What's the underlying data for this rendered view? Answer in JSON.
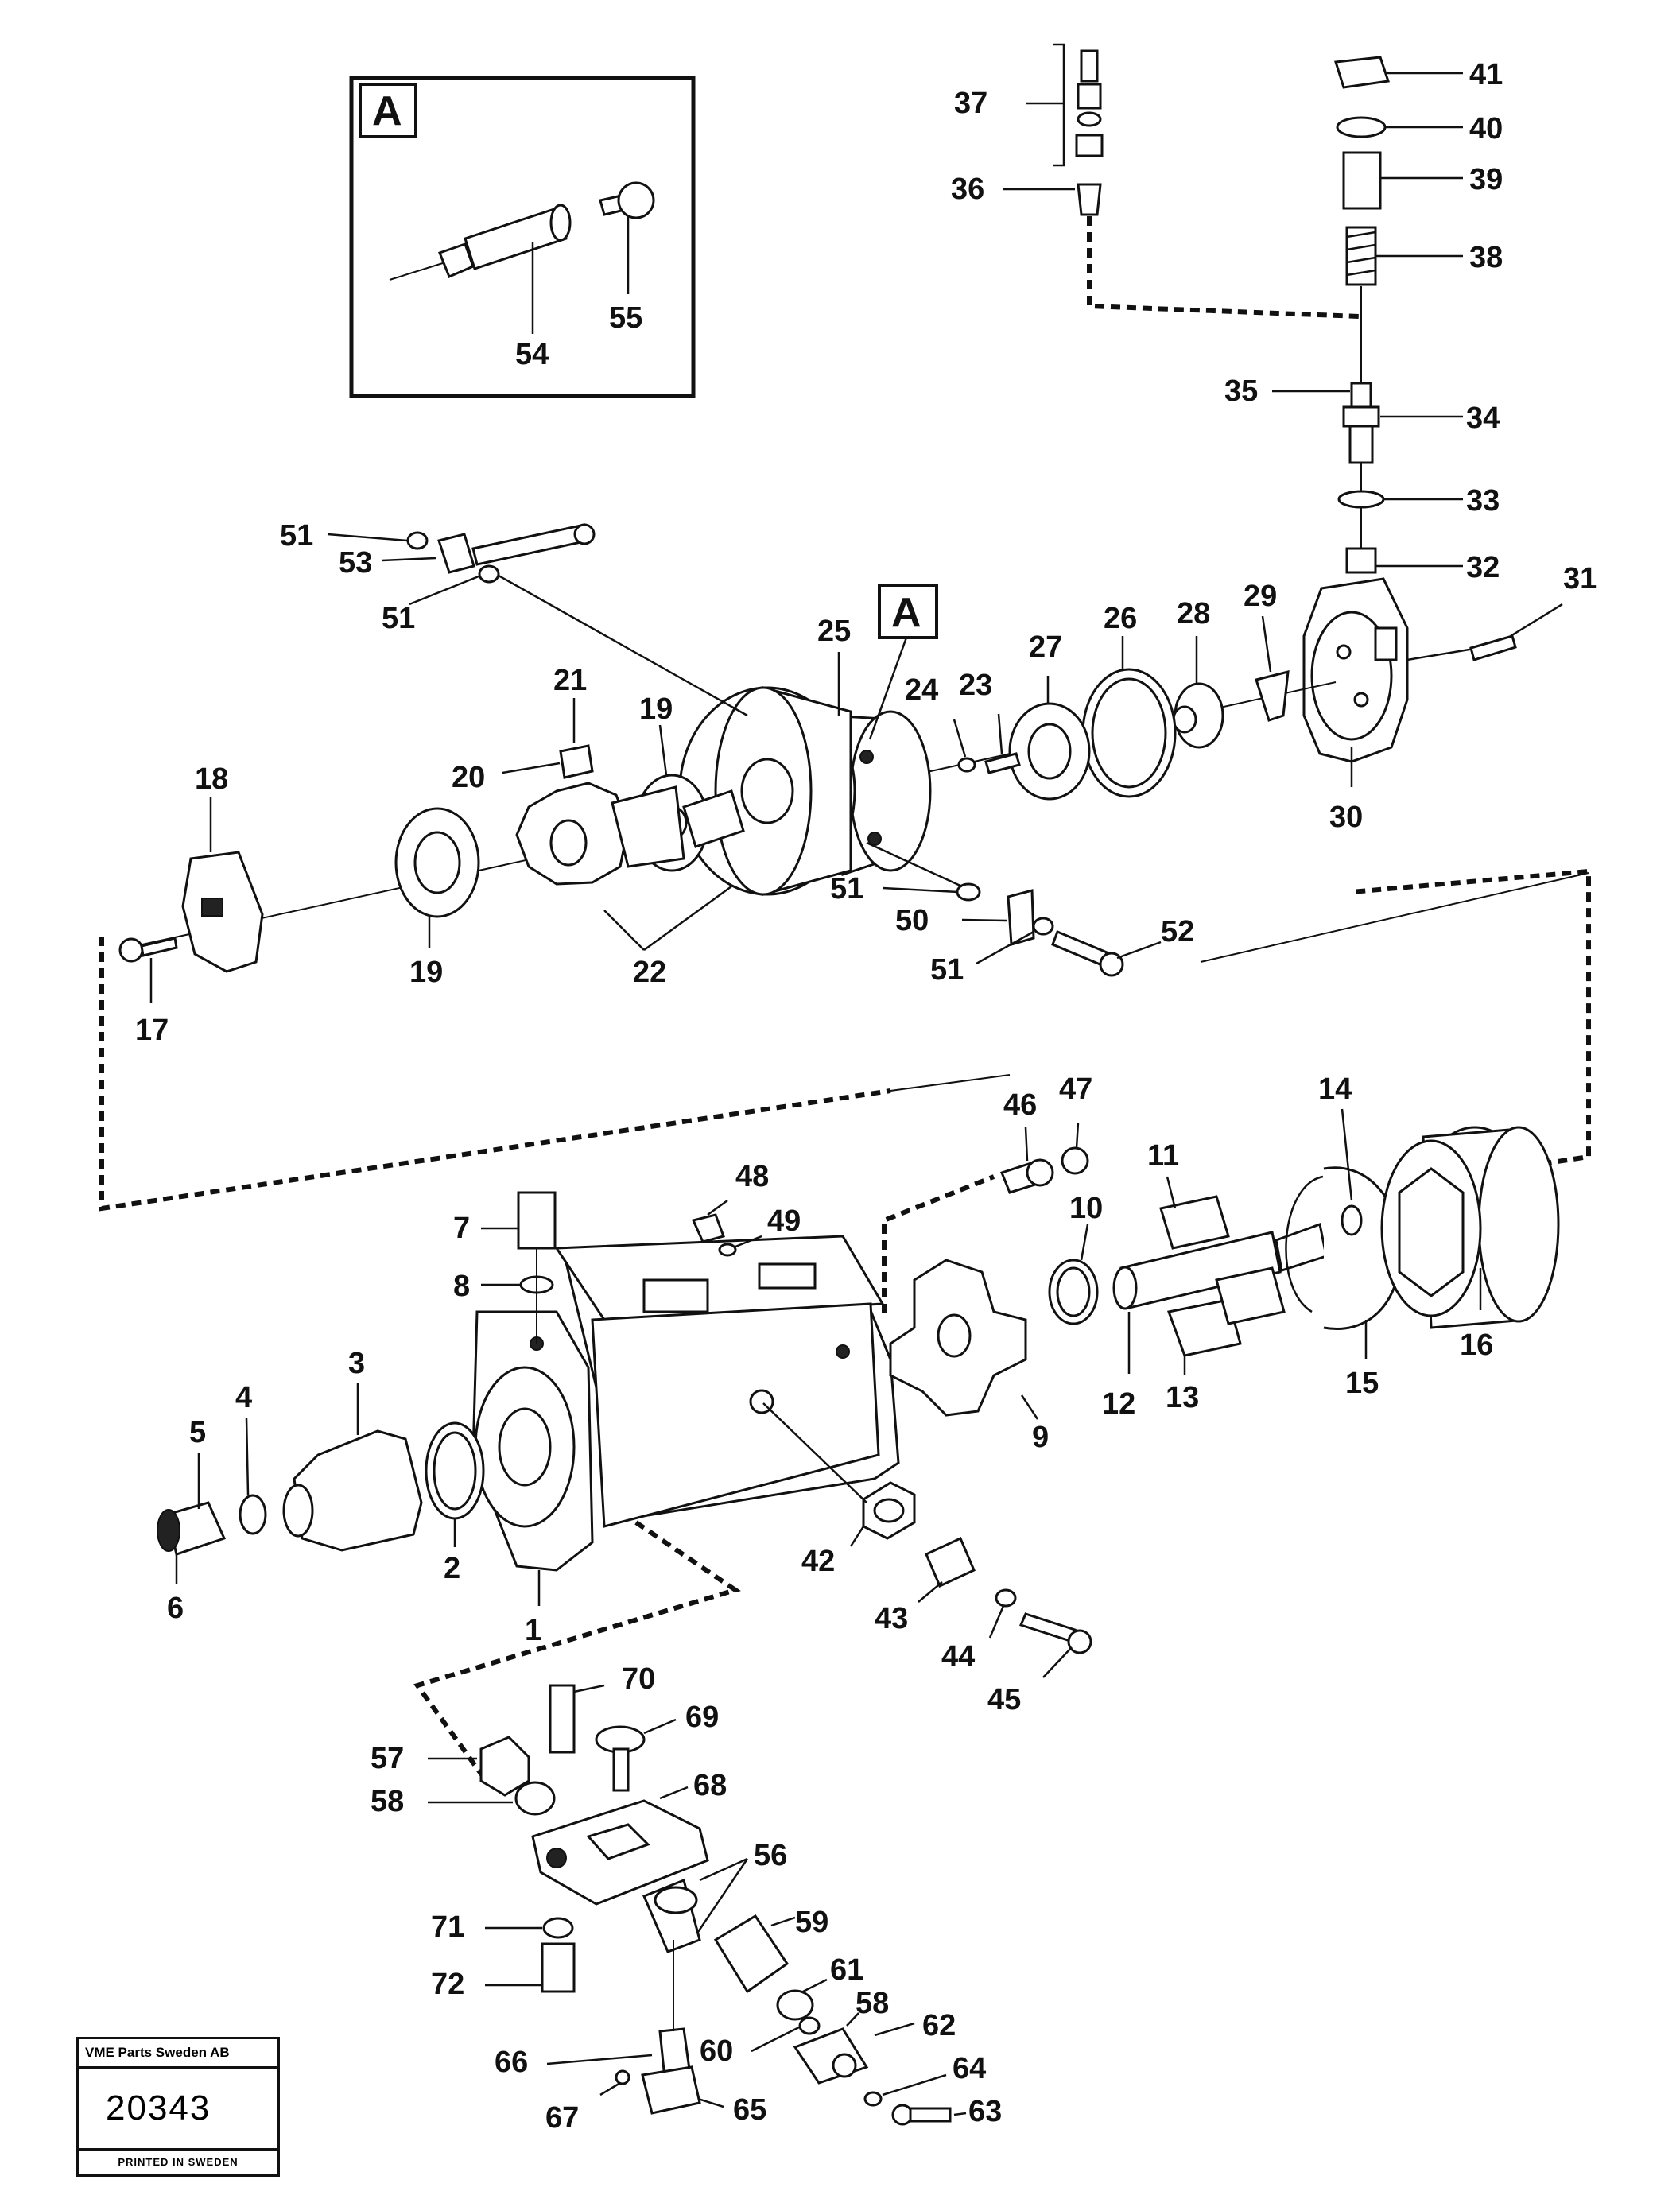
{
  "callouts": {
    "c1": "1",
    "c2": "2",
    "c3": "3",
    "c4": "4",
    "c5": "5",
    "c6": "6",
    "c7": "7",
    "c8": "8",
    "c9": "9",
    "c10": "10",
    "c11": "11",
    "c12": "12",
    "c13": "13",
    "c14": "14",
    "c15": "15",
    "c16": "16",
    "c17": "17",
    "c18": "18",
    "c19a": "19",
    "c19b": "19",
    "c20": "20",
    "c21": "21",
    "c22": "22",
    "c23": "23",
    "c24": "24",
    "c25": "25",
    "c26": "26",
    "c27": "27",
    "c28": "28",
    "c29": "29",
    "c30": "30",
    "c31": "31",
    "c32": "32",
    "c33": "33",
    "c34": "34",
    "c35": "35",
    "c36": "36",
    "c37": "37",
    "c38": "38",
    "c39": "39",
    "c40": "40",
    "c41": "41",
    "c42": "42",
    "c43": "43",
    "c44": "44",
    "c45": "45",
    "c46": "46",
    "c47": "47",
    "c48": "48",
    "c49": "49",
    "c50": "50",
    "c51a": "51",
    "c51b": "51",
    "c51c": "51",
    "c51d": "51",
    "c52": "52",
    "c53": "53",
    "c54": "54",
    "c55": "55",
    "c56": "56",
    "c57": "57",
    "c58a": "58",
    "c58b": "58",
    "c59": "59",
    "c60": "60",
    "c61": "61",
    "c62": "62",
    "c63": "63",
    "c64": "64",
    "c65": "65",
    "c66": "66",
    "c67": "67",
    "c68": "68",
    "c69": "69",
    "c70": "70",
    "c71": "71",
    "c72": "72"
  },
  "detail": {
    "letter": "A"
  },
  "detail_ref": {
    "letter": "A"
  },
  "stamp": {
    "company": "VME Parts Sweden AB",
    "number": "20343",
    "printed": "PRINTED IN SWEDEN"
  }
}
